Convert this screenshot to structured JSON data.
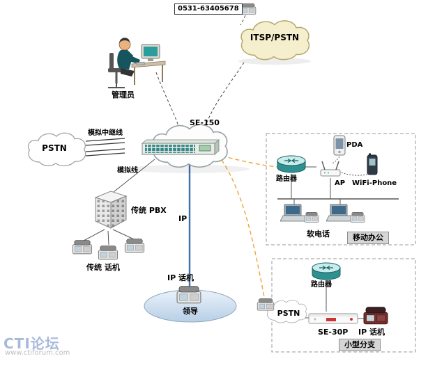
{
  "colors": {
    "accent_blue": "#3b72ad",
    "accent_orange": "#f0a335",
    "itsp_cloud_fill": "#f6efcd",
    "tag_background": "#d6d6d6"
  },
  "top": {
    "phone_number": "0531-63405678"
  },
  "clouds": {
    "itsp": "ITSP/PSTN",
    "pstn_left": "PSTN",
    "pstn_branch": "PSTN"
  },
  "labels": {
    "admin": "管理员",
    "se150": "SE-150",
    "analog_trunk": "模拟中继线",
    "analog_line": "模拟线",
    "pbx": "传统 PBX",
    "traditional_phones": "传统 话机",
    "ip": "IP",
    "ip_phone": "IP 话机",
    "leader": "领导"
  },
  "mobile_office": {
    "router": "路由器",
    "ap": "AP",
    "pda": "PDA",
    "wifi_phone": "WiFi-Phone",
    "softphone": "软电话",
    "tag": "移动办公"
  },
  "branch": {
    "router": "路由器",
    "pstn": "PSTN",
    "se30p": "SE-30P",
    "ip_phone": "IP 话机",
    "tag": "小型分支"
  },
  "watermark": {
    "title": "CTI论坛",
    "url": "www.ctiforum.com"
  }
}
